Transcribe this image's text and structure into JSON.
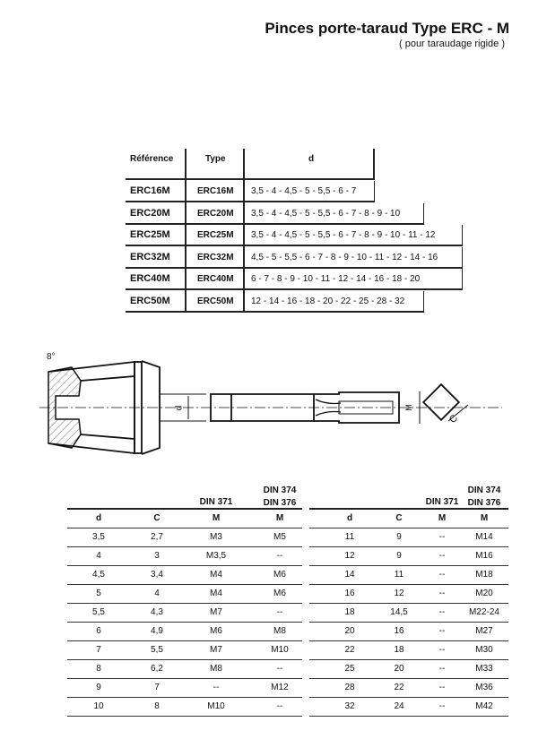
{
  "header": {
    "title": "Pinces porte-taraud Type ERC - M",
    "subtitle": "( pour taraudage rigide )"
  },
  "ref_table": {
    "headers": {
      "reference": "Référence",
      "type": "Type",
      "d": "d"
    },
    "rows": [
      {
        "reference": "ERC16M",
        "type": "ERC16M",
        "d": "3,5 - 4 - 4,5 - 5 - 5,5 - 6 - 7"
      },
      {
        "reference": "ERC20M",
        "type": "ERC20M",
        "d": "3,5 - 4 - 4,5 - 5 - 5,5 - 6 - 7 - 8 - 9 - 10"
      },
      {
        "reference": "ERC25M",
        "type": "ERC25M",
        "d": "3,5 - 4 - 4,5 - 5 - 5,5 - 6 - 7 - 8 - 9 - 10 - 11 - 12"
      },
      {
        "reference": "ERC32M",
        "type": "ERC32M",
        "d": "4,5 - 5 - 5,5 - 6 - 7 - 8 - 9 - 10 - 11 - 12 - 14 - 16"
      },
      {
        "reference": "ERC40M",
        "type": "ERC40M",
        "d": "6 - 7 - 8 - 9 - 10 - 11 - 12 - 14 - 16 - 18 - 20"
      },
      {
        "reference": "ERC50M",
        "type": "ERC50M",
        "d": "12 - 14 - 16 - 18 - 20 - 22 - 25 - 28 - 32"
      }
    ]
  },
  "drawing": {
    "angle_label": "8°",
    "d_label": "d",
    "m_label": "M",
    "c_label": "C"
  },
  "size_tables": {
    "group_headers": {
      "din371": "DIN 371",
      "din374": "DIN 374",
      "din376": "DIN 376"
    },
    "col_headers": {
      "d": "d",
      "c": "C",
      "m1": "M",
      "m2": "M"
    },
    "left": [
      [
        "3,5",
        "2,7",
        "M3",
        "M5"
      ],
      [
        "4",
        "3",
        "M3,5",
        "--"
      ],
      [
        "4,5",
        "3,4",
        "M4",
        "M6"
      ],
      [
        "5",
        "4",
        "M4",
        "M6"
      ],
      [
        "5,5",
        "4,3",
        "M7",
        "--"
      ],
      [
        "6",
        "4,9",
        "M6",
        "M8"
      ],
      [
        "7",
        "5,5",
        "M7",
        "M10"
      ],
      [
        "8",
        "6,2",
        "M8",
        "--"
      ],
      [
        "9",
        "7",
        "--",
        "M12"
      ],
      [
        "10",
        "8",
        "M10",
        "--"
      ]
    ],
    "right": [
      [
        "11",
        "9",
        "--",
        "M14"
      ],
      [
        "12",
        "9",
        "--",
        "M16"
      ],
      [
        "14",
        "11",
        "--",
        "M18"
      ],
      [
        "16",
        "12",
        "--",
        "M20"
      ],
      [
        "18",
        "14,5",
        "--",
        "M22-24"
      ],
      [
        "20",
        "16",
        "--",
        "M27"
      ],
      [
        "22",
        "18",
        "--",
        "M30"
      ],
      [
        "25",
        "20",
        "--",
        "M33"
      ],
      [
        "28",
        "22",
        "--",
        "M36"
      ],
      [
        "32",
        "24",
        "--",
        "M42"
      ]
    ]
  }
}
